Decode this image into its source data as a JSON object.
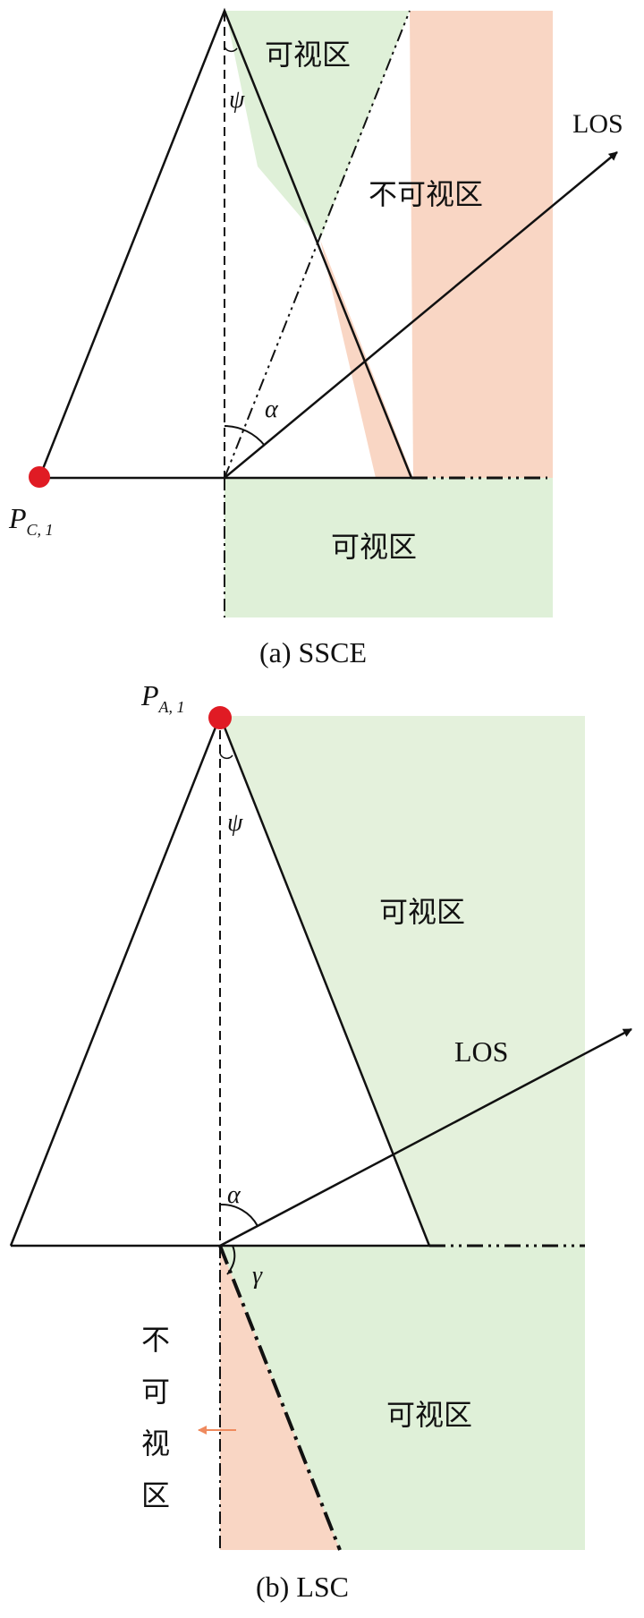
{
  "panel_a": {
    "caption": "(a) SSCE",
    "visible_top": "可视区",
    "invisible": "不可视区",
    "visible_bottom": "可视区",
    "los": "LOS",
    "psi": "ψ",
    "alpha": "α",
    "point_main": "P",
    "point_sub": "C, 1"
  },
  "panel_b": {
    "caption": "(b) LSC",
    "visible_upper": "可视区",
    "visible_lower": "可视区",
    "invisible_chars": [
      "不",
      "可",
      "视",
      "区"
    ],
    "los": "LOS",
    "psi": "ψ",
    "alpha": "α",
    "gamma": "γ",
    "point_main": "P",
    "point_sub": "A, 1"
  },
  "colors": {
    "visible": "#dff0d8",
    "invisible": "#f9d6c4",
    "point": "#e01b24",
    "arrow_orange": "#ef8a5e",
    "line": "#111111"
  }
}
